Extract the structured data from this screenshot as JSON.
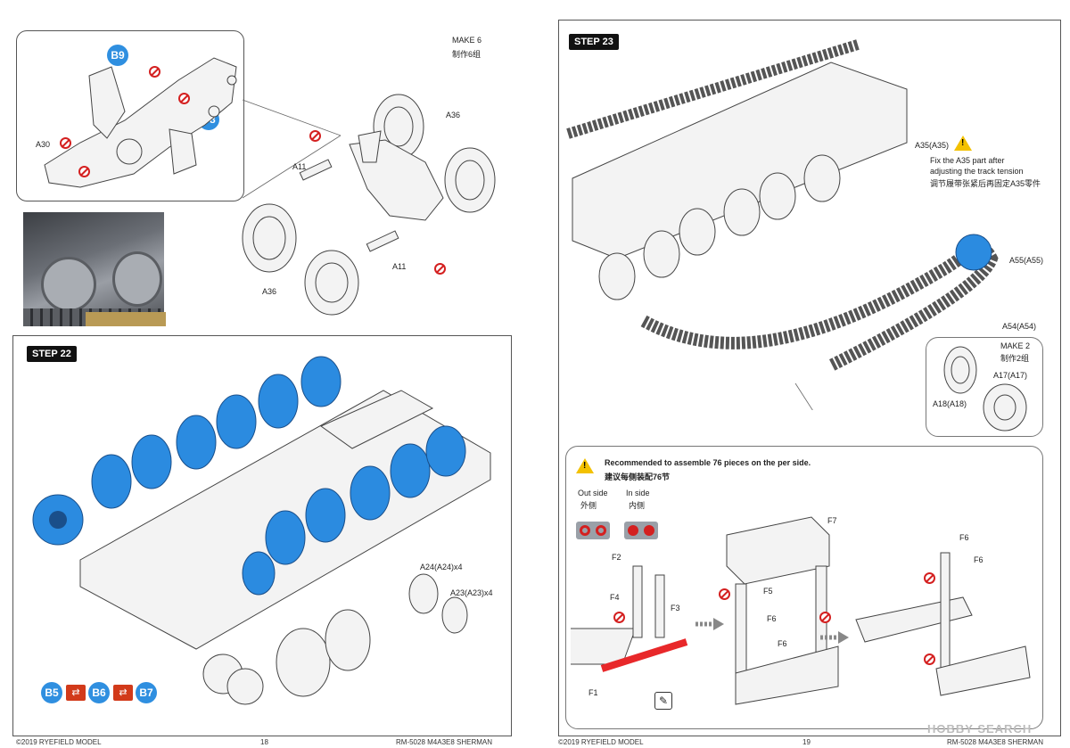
{
  "left_page": {
    "make_box": {
      "make_en": "MAKE 6",
      "make_cn": "制作6组"
    },
    "bubbles": {
      "b9": "B9",
      "b8": "B8",
      "b5": "B5",
      "b6": "B6",
      "b7": "B7"
    },
    "parts": {
      "a30": "A30",
      "a11_top": "A11",
      "a11_bottom": "A11",
      "a36_top": "A36",
      "a36_bottom": "A36",
      "a24": "A24(A24)x4",
      "a23": "A23(A23)x4"
    },
    "step_label": "STEP 22",
    "footer_copyright": "©2019 RYEFIELD MODEL",
    "footer_page": "18",
    "footer_model": "RM-5028 M4A3E8 SHERMAN"
  },
  "right_page": {
    "step_label": "STEP 23",
    "a35": {
      "part": "A35(A35)",
      "note_en_1": "Fix the A35 part after",
      "note_en_2": "adjusting the track tension",
      "note_cn": "调节履带张紧后再固定A35零件"
    },
    "a55": "A55(A55)",
    "a54": "A54(A54)",
    "make_box": {
      "make_en": "MAKE 2",
      "make_cn": "制作2组",
      "a17": "A17(A17)",
      "a18": "A18(A18)"
    },
    "track_box": {
      "recommend_en": "Recommended to assemble 76 pieces on the per side.",
      "recommend_cn": "建议每侧装配76节",
      "outside_en": "Out side",
      "outside_cn": "外侧",
      "inside_en": "In side",
      "inside_cn": "内侧",
      "parts": {
        "f1": "F1",
        "f2": "F2",
        "f3": "F3",
        "f4": "F4",
        "f5": "F5",
        "f6a": "F6",
        "f6b": "F6",
        "f6c": "F6",
        "f6d": "F6",
        "f7": "F7"
      }
    },
    "footer_copyright": "©2019 RYEFIELD MODEL",
    "footer_page": "19",
    "footer_model": "RM-5028 M4A3E8 SHERMAN",
    "watermark": "HOBBY SEARCH"
  },
  "colors": {
    "highlight_blue": "#2b8be0",
    "bubble_blue": "#2f8fe0",
    "warning_yellow": "#f3c100",
    "no_glue_red": "#d42020",
    "swap_red": "#d23a1a"
  }
}
